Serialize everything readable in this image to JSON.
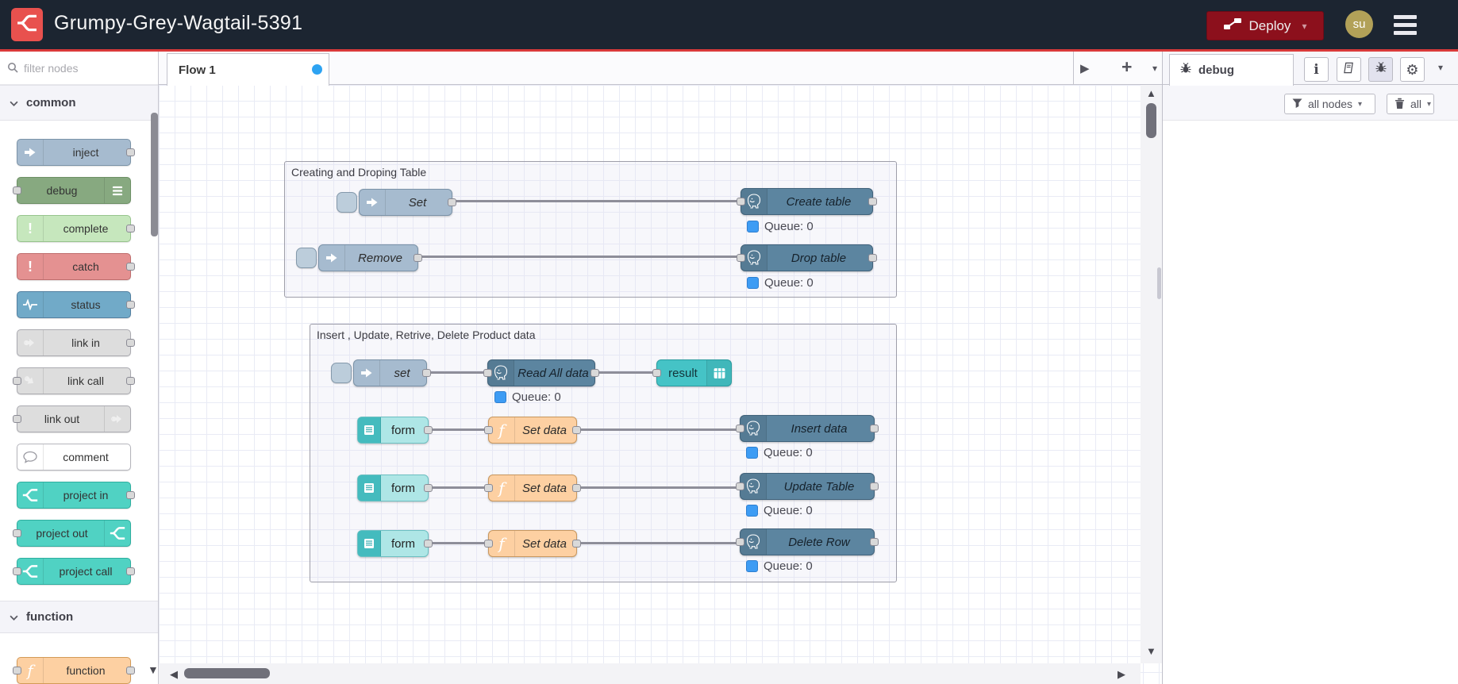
{
  "header": {
    "title": "Grumpy-Grey-Wagtail-5391",
    "deploy": "Deploy",
    "user": "su"
  },
  "palette": {
    "filter_placeholder": "filter nodes",
    "categories": [
      {
        "label": "common"
      },
      {
        "label": "function"
      }
    ],
    "nodes": {
      "inject": "inject",
      "debug": "debug",
      "complete": "complete",
      "catch": "catch",
      "status": "status",
      "link_in": "link in",
      "link_call": "link call",
      "link_out": "link out",
      "comment": "comment",
      "project_in": "project in",
      "project_out": "project out",
      "project_call": "project call",
      "function": "function"
    }
  },
  "workspace": {
    "active_tab": "Flow 1"
  },
  "flow": {
    "groups": {
      "g1": "Creating and Droping Table",
      "g2": "Insert , Update, Retrive, Delete Product data"
    },
    "nodes": {
      "set1": "Set",
      "remove": "Remove",
      "create": "Create table",
      "drop": "Drop table",
      "set2": "set",
      "read": "Read All data",
      "result": "result",
      "form1": "form",
      "form2": "form",
      "form3": "form",
      "setdata1": "Set data",
      "setdata2": "Set data",
      "setdata3": "Set data",
      "insert": "Insert data",
      "update": "Update Table",
      "delete": "Delete Row"
    },
    "statuses": {
      "create": "Queue: 0",
      "drop": "Queue: 0",
      "read": "Queue: 0",
      "insert": "Queue: 0",
      "update": "Queue: 0",
      "delete": "Queue: 0"
    }
  },
  "sidebar": {
    "tab": "debug",
    "filter_nodes": "all nodes",
    "clear": "all"
  },
  "colors": {
    "header_bg": "#1c2531",
    "accent_red": "#d93a3a",
    "deploy_bg": "#8C101C",
    "inject": "#a6bbcf",
    "debug": "#87a980",
    "complete": "#c6e7bd",
    "catch": "#e49191",
    "status_node": "#71aac8",
    "link": "#dddddd",
    "comment": "#ffffff",
    "project": "#50d2c3",
    "function": "#fdd0a2",
    "postgres": "#5c85a0",
    "form": "#aee6e6",
    "result": "#45c3c6",
    "status_dot": "#3d9cf4",
    "flow_modified_dot": "#2da3f2",
    "avatar_bg": "#b2a158"
  }
}
